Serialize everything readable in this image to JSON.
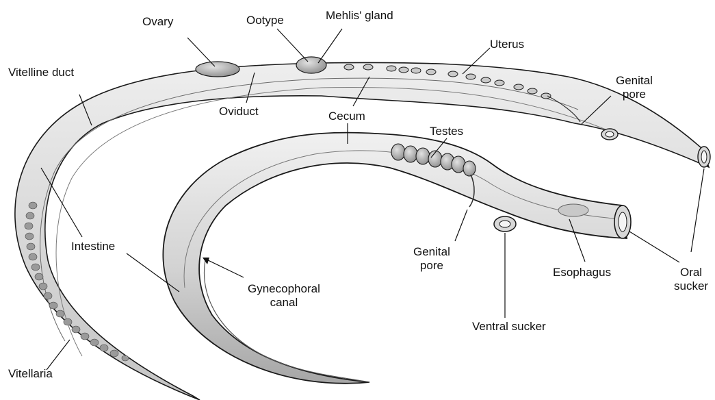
{
  "labels": {
    "ovary": "Ovary",
    "ootype": "Ootype",
    "mehlis_gland": "Mehlis' gland",
    "uterus": "Uterus",
    "vitelline_duct": "Vitelline duct",
    "oviduct": "Oviduct",
    "cecum": "Cecum",
    "genital_pore_female": [
      "Genital",
      "pore"
    ],
    "testes": "Testes",
    "intestine": "Intestine",
    "genital_pore_male": [
      "Genital",
      "pore"
    ],
    "esophagus": "Esophagus",
    "oral_sucker": [
      "Oral",
      "sucker"
    ],
    "gynecophoral_canal": [
      "Gynecophoral",
      "canal"
    ],
    "ventral_sucker": "Ventral sucker",
    "vitellaria": "Vitellaria"
  },
  "colors": {
    "line": "#1a1a1a",
    "body_fill": "#dcdcdc",
    "body_light": "#efefef",
    "body_dark": "#a9a9a9",
    "organ_fill": "#b5b5b5"
  }
}
